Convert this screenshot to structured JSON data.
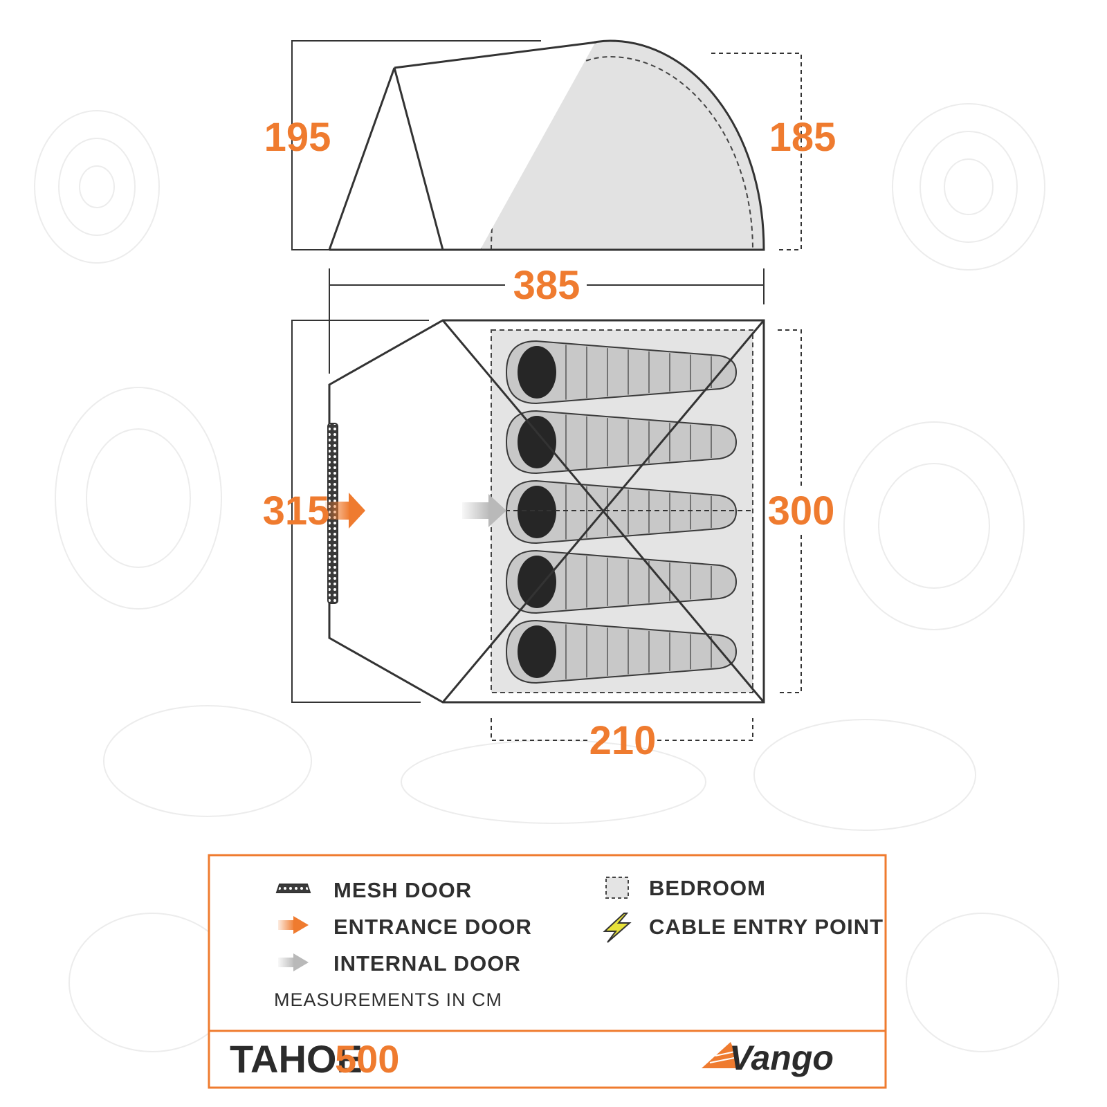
{
  "dimensions": {
    "side_height_left": "195",
    "side_height_right": "185",
    "total_length": "385",
    "total_width": "315",
    "bedroom_width": "300",
    "bedroom_length": "210"
  },
  "legend": {
    "mesh_door": "MESH DOOR",
    "entrance_door": "ENTRANCE DOOR",
    "internal_door": "INTERNAL DOOR",
    "bedroom": "BEDROOM",
    "cable_entry_point": "CABLE ENTRY POINT",
    "units_note": "MEASUREMENTS IN CM"
  },
  "product": {
    "name": "TAHOE",
    "model": "500",
    "brand": "Vango"
  },
  "bedroom": {
    "sleeping_bag_count": 5
  },
  "colors": {
    "accent": "#ef7b2f",
    "outline": "#333333",
    "bedroom_fill": "#e4e4e4",
    "bag_fill": "#c8c8c8",
    "head_fill": "#262626"
  },
  "icons": {
    "entrance": "orange-arrow-icon",
    "internal": "grey-arrow-icon",
    "mesh": "mesh-door-icon",
    "bedroom": "dashed-square-icon",
    "cable": "lightning-bolt-icon"
  }
}
